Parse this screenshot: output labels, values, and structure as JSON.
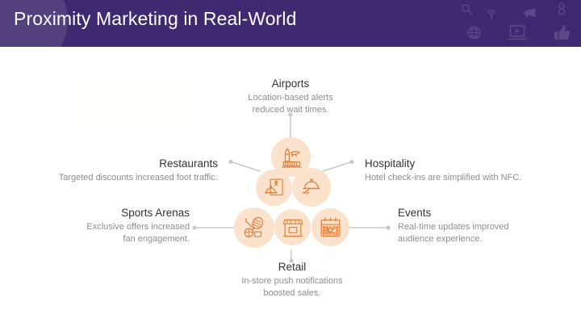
{
  "header": {
    "title": "Proximity Marketing in Real-World",
    "bar_color": "#3f2a72",
    "glow_color": "#53407f",
    "title_color": "#ffffff",
    "icons": [
      {
        "name": "search-icon",
        "glyph": "search"
      },
      {
        "name": "signal-tower-icon",
        "glyph": "signal"
      },
      {
        "name": "megaphone-icon",
        "glyph": "megaphone"
      },
      {
        "name": "link-icon",
        "glyph": "link"
      },
      {
        "name": "globe-icon",
        "glyph": "globe"
      },
      {
        "name": "video-player-icon",
        "glyph": "laptop-play"
      },
      {
        "name": "thumbs-up-icon",
        "glyph": "thumbs-up"
      }
    ]
  },
  "diagram": {
    "accent_circle_color": "#fbe2cd",
    "accent_icon_color": "#df8038",
    "connector_color": "#c9c9c9",
    "title_color": "#333333",
    "desc_color": "#8d8d8d",
    "nodes": [
      {
        "id": "airports",
        "icon_name": "airport-control-tower-icon",
        "title": "Airports",
        "desc": "Location-based alerts\nreduced wait times.",
        "desc_line1": "Location-based alerts",
        "desc_line2": "reduced wait times."
      },
      {
        "id": "restaurants",
        "icon_name": "restaurant-menu-icon",
        "title": "Restaurants",
        "desc": "Targeted discounts increased foot traffic.",
        "desc_line1": "Targeted discounts increased foot traffic.",
        "desc_line2": ""
      },
      {
        "id": "hospitality",
        "icon_name": "room-service-cloche-icon",
        "title": "Hospitality",
        "desc": "Hotel check-ins are simplified with NFC.",
        "desc_line1": "Hotel check-ins are simplified with NFC.",
        "desc_line2": ""
      },
      {
        "id": "sports-arenas",
        "icon_name": "sports-equipment-icon",
        "title": "Sports Arenas",
        "desc": "Exclusive offers increased\nfan engagement.",
        "desc_line1": "Exclusive offers increased",
        "desc_line2": "fan engagement."
      },
      {
        "id": "retail",
        "icon_name": "storefront-icon",
        "title": "Retail",
        "desc": "In-store push notifications\nboosted sales.",
        "desc_line1": "In-store push notifications",
        "desc_line2": "boosted sales."
      },
      {
        "id": "events",
        "icon_name": "calendar-star-icon",
        "title": "Events",
        "desc": "Real-time updates improved\naudience experience.",
        "desc_line1": "Real-time updates improved",
        "desc_line2": "audience experience."
      }
    ]
  }
}
